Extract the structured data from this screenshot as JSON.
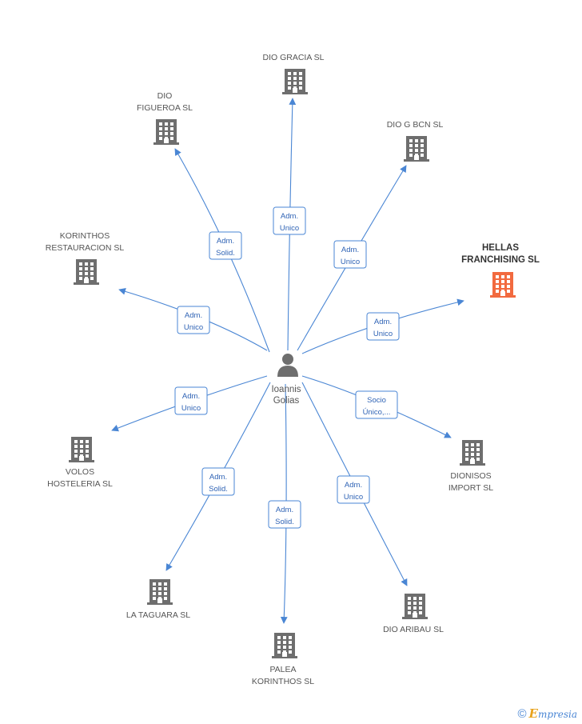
{
  "center": {
    "name_lines": [
      "Ioannis",
      "Golias"
    ],
    "icon": "person-icon"
  },
  "colors": {
    "edge": "#4a86d4",
    "building": "#6e6e6e",
    "highlight": "#f26a3f"
  },
  "companies": [
    {
      "id": "dio-gracia",
      "lines": [
        "DIO GRACIA SL"
      ],
      "role": [
        "Adm.",
        "Unico"
      ],
      "highlight": false
    },
    {
      "id": "dio-figueroa",
      "lines": [
        "DIO",
        "FIGUEROA SL"
      ],
      "role": [
        "Adm.",
        "Solid."
      ],
      "highlight": false
    },
    {
      "id": "dio-g-bcn",
      "lines": [
        "DIO G BCN  SL"
      ],
      "role": [
        "Adm.",
        "Unico"
      ],
      "highlight": false
    },
    {
      "id": "korinthos",
      "lines": [
        "KORINTHOS",
        "RESTAURACION SL"
      ],
      "role": [
        "Adm.",
        "Unico"
      ],
      "highlight": false
    },
    {
      "id": "hellas",
      "lines": [
        "HELLAS",
        "FRANCHISING SL"
      ],
      "role": [
        "Adm.",
        "Unico"
      ],
      "highlight": true
    },
    {
      "id": "volos",
      "lines": [
        "VOLOS",
        "HOSTELERIA SL"
      ],
      "role": [
        "Adm.",
        "Unico"
      ],
      "highlight": false
    },
    {
      "id": "dionisos",
      "lines": [
        "DIONISOS",
        "IMPORT SL"
      ],
      "role": [
        "Socio",
        "Único,..."
      ],
      "highlight": false
    },
    {
      "id": "la-taguara",
      "lines": [
        "LA TAGUARA SL"
      ],
      "role": [
        "Adm.",
        "Solid."
      ],
      "highlight": false
    },
    {
      "id": "palea",
      "lines": [
        "PALEA",
        "KORINTHOS SL"
      ],
      "role": [
        "Adm.",
        "Solid."
      ],
      "highlight": false
    },
    {
      "id": "dio-aribau",
      "lines": [
        "DIO ARIBAU SL"
      ],
      "role": [
        "Adm.",
        "Unico"
      ],
      "highlight": false
    }
  ],
  "footer": {
    "copyright": "©",
    "brand_initial": "E",
    "brand_rest": "mpresia"
  }
}
